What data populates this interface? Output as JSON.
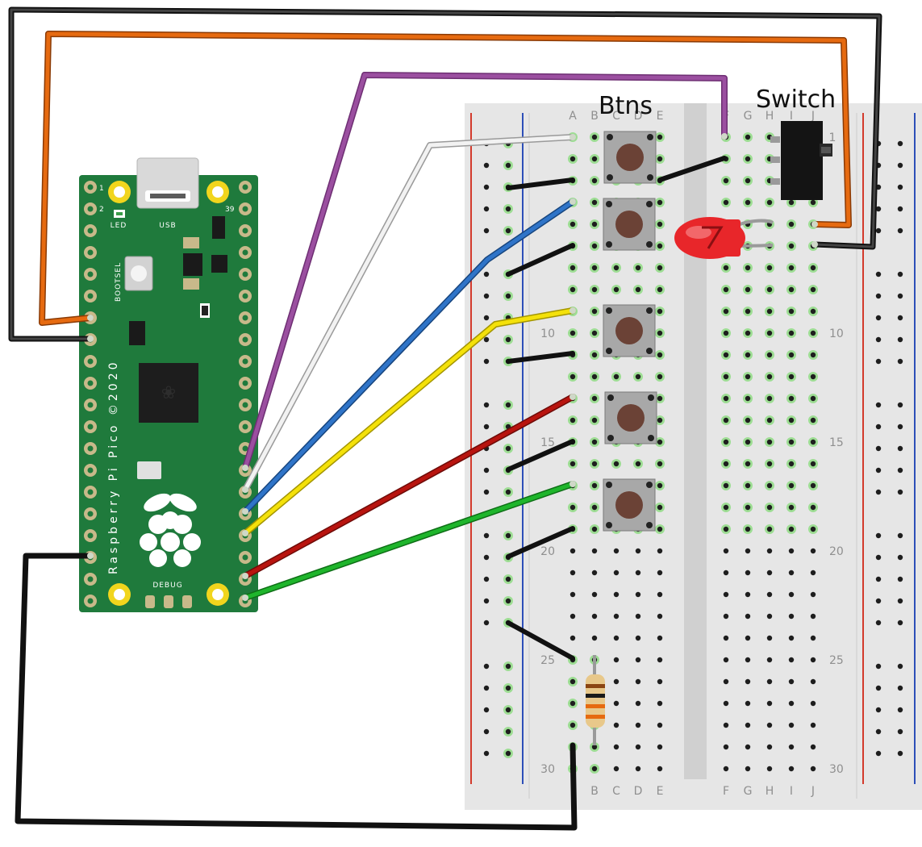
{
  "labels": {
    "buttons": "Btns",
    "switch": "Switch"
  },
  "breadboard": {
    "left_cols": [
      "A",
      "B",
      "C",
      "D",
      "E"
    ],
    "right_cols": [
      "F",
      "G",
      "H",
      "I",
      "J"
    ],
    "row_numbers": [
      "10",
      "15",
      "20",
      "25",
      "30"
    ],
    "top_row_marker": "1"
  },
  "pico": {
    "name": "Raspberry Pi Pico ©2020",
    "usb_label": "USB",
    "led_label": "LED",
    "bootsel_label": "BOOTSEL",
    "debug_label": "DEBUG",
    "pin_1": "1",
    "pin_2": "2",
    "pin_39": "39"
  },
  "colors": {
    "board_green": "#1f7a3c",
    "breadboard": "#e6e6e6",
    "wire_black": "#222222",
    "wire_orange": "#e66a10",
    "wire_purple": "#9b4fa0",
    "wire_white": "#f2f2f2",
    "wire_blue": "#2f74c8",
    "wire_yellow": "#f4e10a",
    "wire_red": "#b8140f",
    "wire_green": "#1fb52c",
    "led_red": "#e8262a",
    "rail_red": "#d33a2c",
    "rail_blue": "#2d4fb8"
  },
  "components": {
    "buttons": 5,
    "led": "red-led-icon",
    "resistor": "resistor-icon",
    "switch": "slide-switch-icon"
  }
}
